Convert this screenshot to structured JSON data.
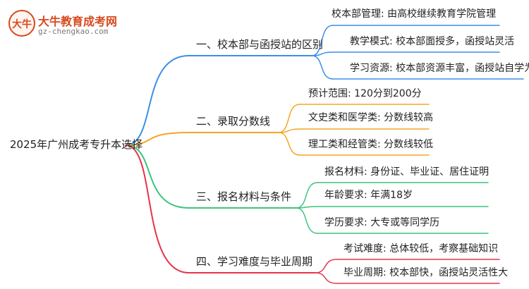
{
  "logo": {
    "title": "大牛教育成考网",
    "url": "gz-chengkao.com",
    "badge": "大牛"
  },
  "root": "2025年广州成考专升本选择",
  "colors": {
    "blue": "#3b8fe6",
    "orange": "#f5a623",
    "green": "#3cc47c",
    "red": "#e8324a"
  },
  "branches": [
    {
      "label": "一、校本部与函授站的区别",
      "color": "blue",
      "leaves": [
        "校本部管理: 由高校继续教育学院管理",
        "教学模式: 校本部面授多，函授站灵活",
        "学习资源: 校本部资源丰富，函授站自学为主"
      ]
    },
    {
      "label": "二、录取分数线",
      "color": "orange",
      "leaves": [
        "预计范围: 120分到200分",
        "文史类和医学类: 分数线较高",
        "理工类和经管类: 分数线较低"
      ]
    },
    {
      "label": "三、报名材料与条件",
      "color": "green",
      "leaves": [
        "报名材料: 身份证、毕业证、居住证明",
        "年龄要求: 年满18岁",
        "学历要求: 大专或等同学历"
      ]
    },
    {
      "label": "四、学习难度与毕业周期",
      "color": "red",
      "leaves": [
        "考试难度: 总体较低，考察基础知识",
        "毕业周期: 校本部快，函授站灵活性大"
      ]
    }
  ]
}
